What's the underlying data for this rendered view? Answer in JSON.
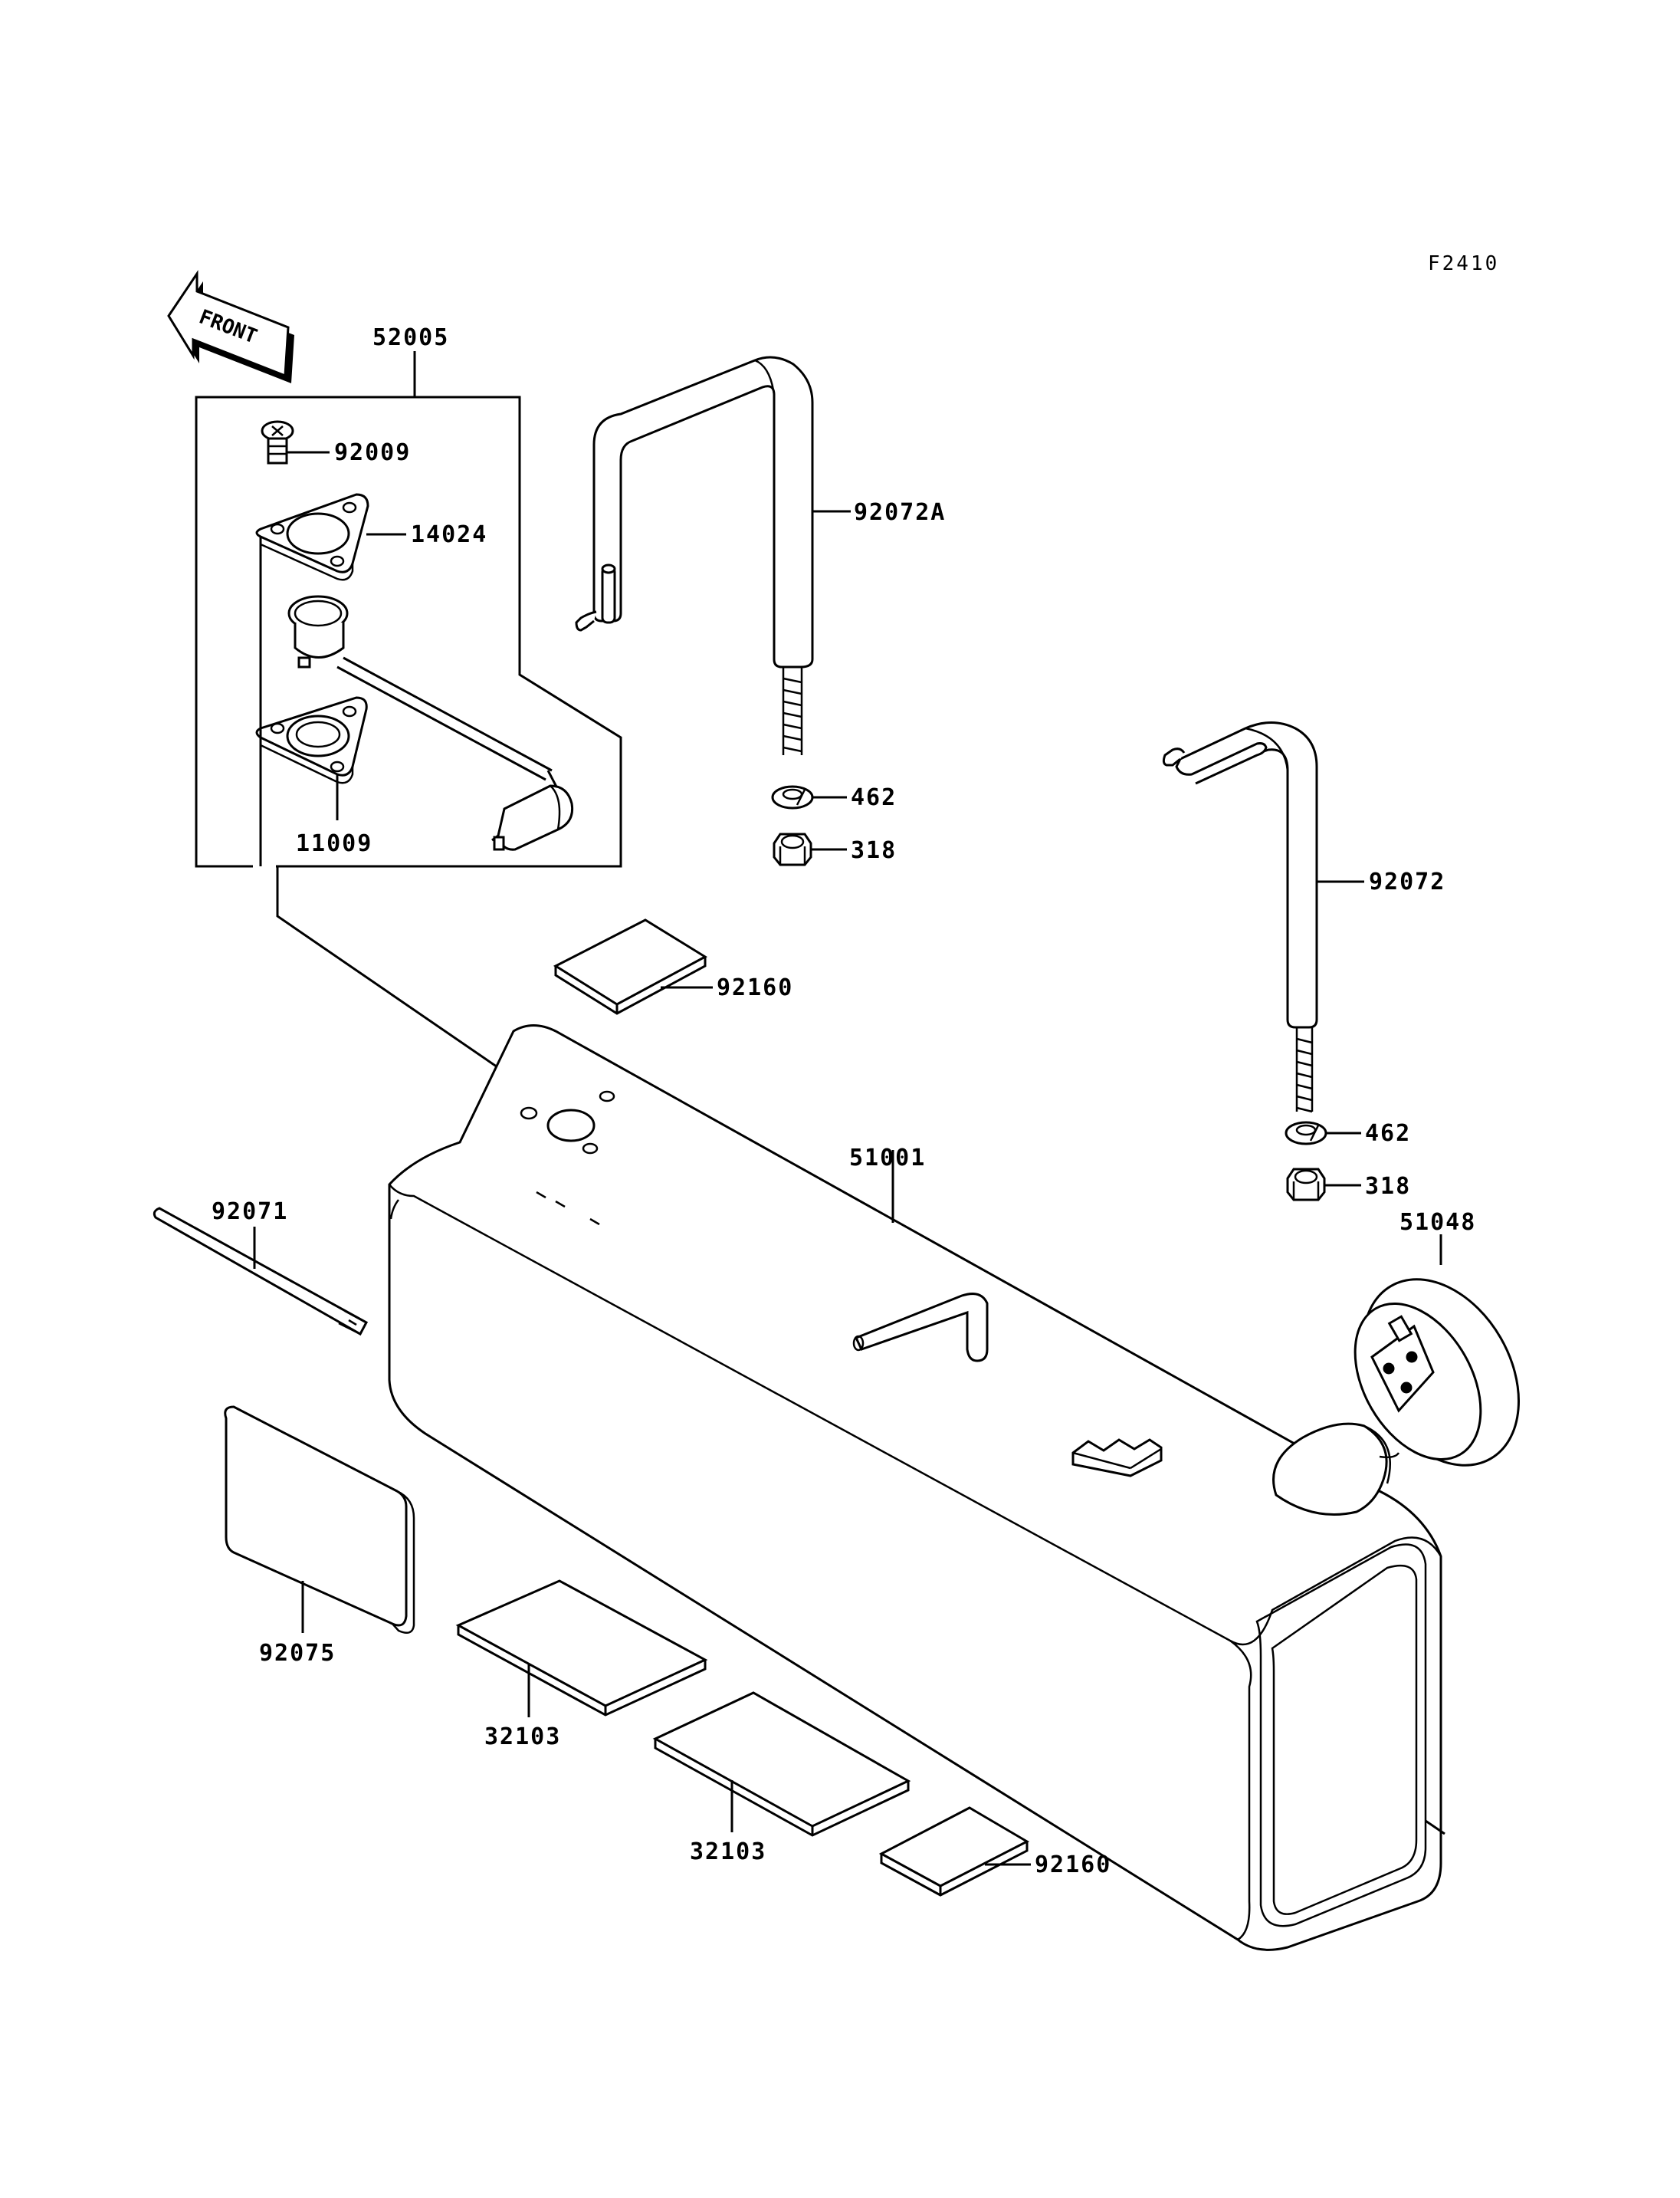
{
  "figure_code": "F2410",
  "front_arrow_text": "FRONT",
  "callouts": {
    "c52005": "52005",
    "c92009": "92009",
    "c14024": "14024",
    "c11009": "11009",
    "c92072A": "92072A",
    "c462a": "462",
    "c318a": "318",
    "c92072": "92072",
    "c462b": "462",
    "c318b": "318",
    "c92160a": "92160",
    "c51001": "51001",
    "c92071": "92071",
    "c51048": "51048",
    "c92075": "92075",
    "c32103a": "32103",
    "c32103b": "32103",
    "c92160b": "92160"
  }
}
